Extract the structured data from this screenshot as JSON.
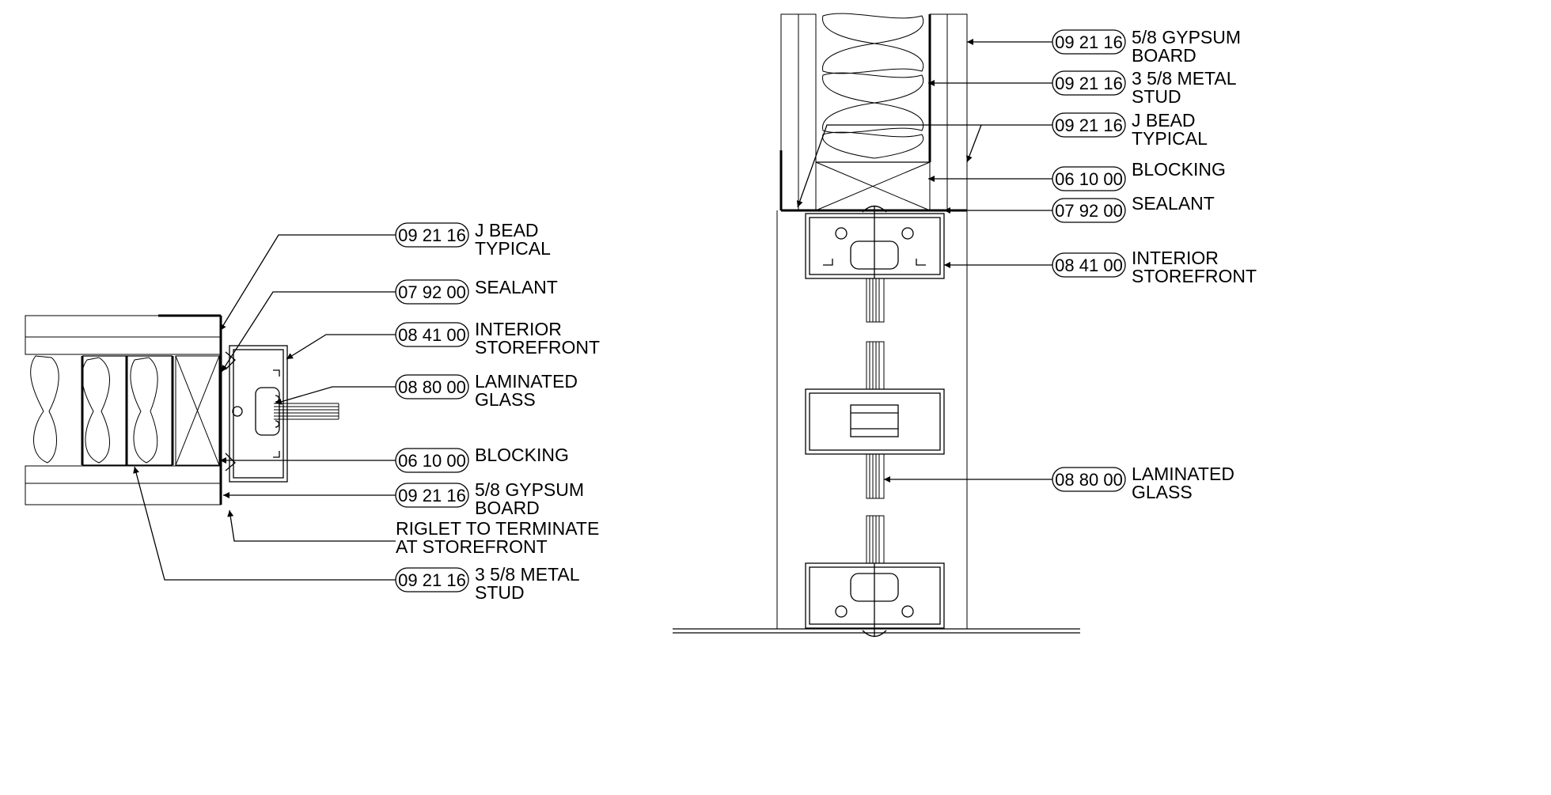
{
  "left_detail": {
    "callouts": [
      {
        "code": "09 21 16",
        "line1": "J BEAD",
        "line2": "TYPICAL"
      },
      {
        "code": "07 92 00",
        "line1": "SEALANT",
        "line2": ""
      },
      {
        "code": "08 41 00",
        "line1": "INTERIOR",
        "line2": "STOREFRONT"
      },
      {
        "code": "08 80 00",
        "line1": "LAMINATED",
        "line2": "GLASS"
      },
      {
        "code": "06 10 00",
        "line1": "BLOCKING",
        "line2": ""
      },
      {
        "code": "09 21 16",
        "line1": "5/8 GYPSUM",
        "line2": "BOARD"
      },
      {
        "code": "09 21 16",
        "line1": "3 5/8 METAL",
        "line2": "STUD"
      }
    ],
    "note": {
      "line1": "RIGLET TO TERMINATE",
      "line2": "AT STOREFRONT"
    }
  },
  "right_detail": {
    "callouts": [
      {
        "code": "09 21 16",
        "line1": "5/8 GYPSUM",
        "line2": "BOARD"
      },
      {
        "code": "09 21 16",
        "line1": "3 5/8 METAL",
        "line2": "STUD"
      },
      {
        "code": "09 21 16",
        "line1": "J BEAD",
        "line2": "TYPICAL"
      },
      {
        "code": "06 10 00",
        "line1": "BLOCKING",
        "line2": ""
      },
      {
        "code": "07 92 00",
        "line1": "SEALANT",
        "line2": ""
      },
      {
        "code": "08 41 00",
        "line1": "INTERIOR",
        "line2": "STOREFRONT"
      },
      {
        "code": "08 80 00",
        "line1": "LAMINATED",
        "line2": "GLASS"
      }
    ]
  }
}
